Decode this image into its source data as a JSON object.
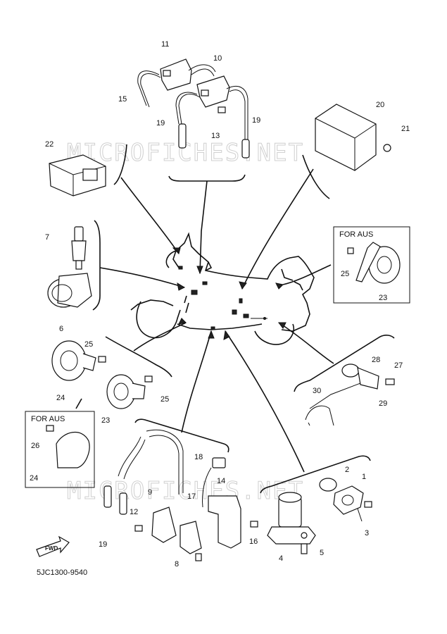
{
  "diagram": {
    "code": "5JC1300-9540",
    "fwd_label": "FWD",
    "watermark": "MICROFICHES.NET",
    "boxes": [
      {
        "id": "top-right",
        "title": "FOR AUS"
      },
      {
        "id": "bottom-left",
        "title": "FOR AUS"
      }
    ],
    "callouts": [
      {
        "text": "11"
      },
      {
        "text": "10"
      },
      {
        "text": "15"
      },
      {
        "text": "19"
      },
      {
        "text": "13"
      },
      {
        "text": "19"
      },
      {
        "text": "22"
      },
      {
        "text": "20"
      },
      {
        "text": "21"
      },
      {
        "text": "7"
      },
      {
        "text": "6"
      },
      {
        "text": "25"
      },
      {
        "text": "23"
      },
      {
        "text": "25"
      },
      {
        "text": "24"
      },
      {
        "text": "23"
      },
      {
        "text": "25"
      },
      {
        "text": "26"
      },
      {
        "text": "24"
      },
      {
        "text": "28"
      },
      {
        "text": "27"
      },
      {
        "text": "30"
      },
      {
        "text": "29"
      },
      {
        "text": "18"
      },
      {
        "text": "14"
      },
      {
        "text": "9"
      },
      {
        "text": "17"
      },
      {
        "text": "12"
      },
      {
        "text": "19"
      },
      {
        "text": "8"
      },
      {
        "text": "16"
      },
      {
        "text": "2"
      },
      {
        "text": "1"
      },
      {
        "text": "3"
      },
      {
        "text": "4"
      },
      {
        "text": "5"
      }
    ]
  }
}
